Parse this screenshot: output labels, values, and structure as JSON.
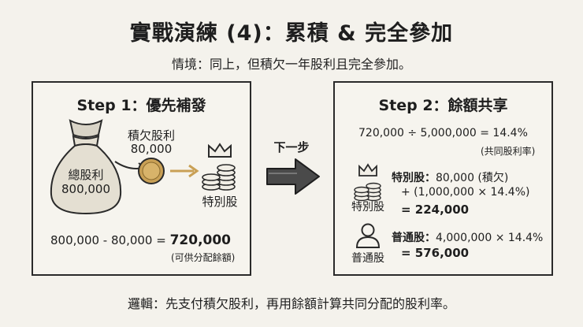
{
  "title": "實戰演練 (4)：累積 & 完全參加",
  "subtitle": "情境：同上，但積欠一年股利且完全參加。",
  "step1": {
    "title": "Step 1：優先補發",
    "bag_label": "總股利",
    "bag_value": "800,000",
    "arrears_label": "積欠股利",
    "arrears_value": "80,000",
    "preferred_label": "特別股",
    "formula_prefix": "800,000 - 80,000 = ",
    "formula_result": "720,000",
    "formula_note": "(可供分配餘額)"
  },
  "arrow_label": "下一步",
  "step2": {
    "title": "Step 2：餘額共享",
    "rate_formula": "720,000 ÷ 5,000,000 = 14.4%",
    "rate_note": "(共同股利率)",
    "preferred_icon_label": "特別股",
    "preferred_head": "特別股：",
    "preferred_line1": "80,000 (積欠)",
    "preferred_line2": "+ (1,000,000 × 14.4%)",
    "preferred_result": "= 224,000",
    "common_icon_label": "普通股",
    "common_head": "普通股：",
    "common_line1": "4,000,000 × 14.4%",
    "common_result": "= 576,000"
  },
  "footer": "邏輯：先支付積欠股利，再用餘額計算共同分配的股利率。"
}
